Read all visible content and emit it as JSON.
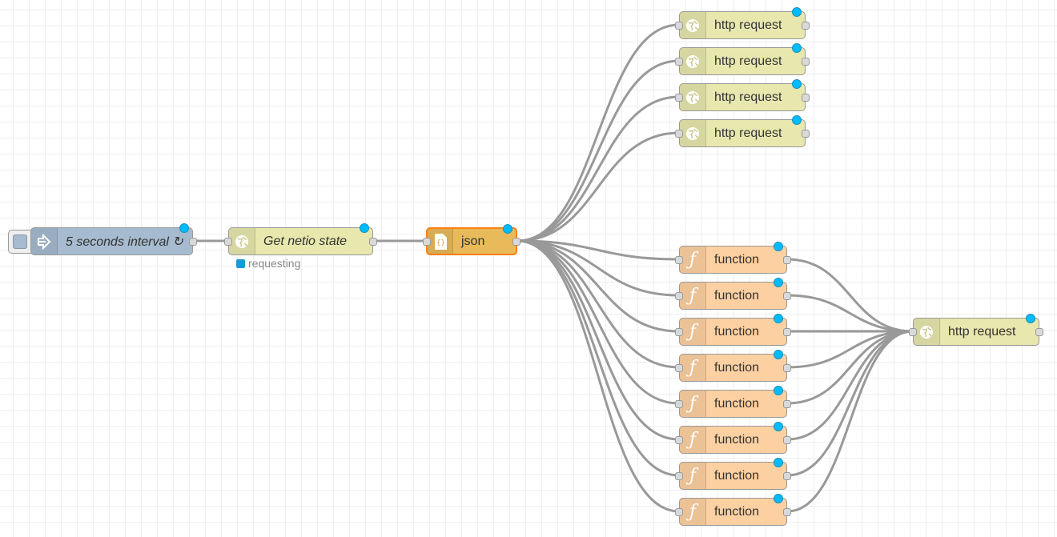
{
  "flow": {
    "colors": {
      "http": "#e7e7ae",
      "function": "#fdd0a2",
      "json": "#e8ba5a",
      "json_selected_border": "#ff7f0e",
      "inject": "#a6bbcf",
      "changed_dot": "#00bcff",
      "status_dot": "#179bd7",
      "wire": "#999999"
    },
    "inject": {
      "label": "5 seconds interval",
      "repeat_symbol": "↻",
      "icon": "arrow-in-icon"
    },
    "get_state": {
      "label": "Get netio state",
      "icon": "globe-icon",
      "status_text": "requesting"
    },
    "json": {
      "label": "json",
      "icon": "json-file-icon"
    },
    "http_top": [
      {
        "label": "http request"
      },
      {
        "label": "http request"
      },
      {
        "label": "http request"
      },
      {
        "label": "http request"
      }
    ],
    "functions": [
      {
        "label": "function"
      },
      {
        "label": "function"
      },
      {
        "label": "function"
      },
      {
        "label": "function"
      },
      {
        "label": "function"
      },
      {
        "label": "function"
      },
      {
        "label": "function"
      },
      {
        "label": "function"
      }
    ],
    "http_final": {
      "label": "http request"
    }
  }
}
